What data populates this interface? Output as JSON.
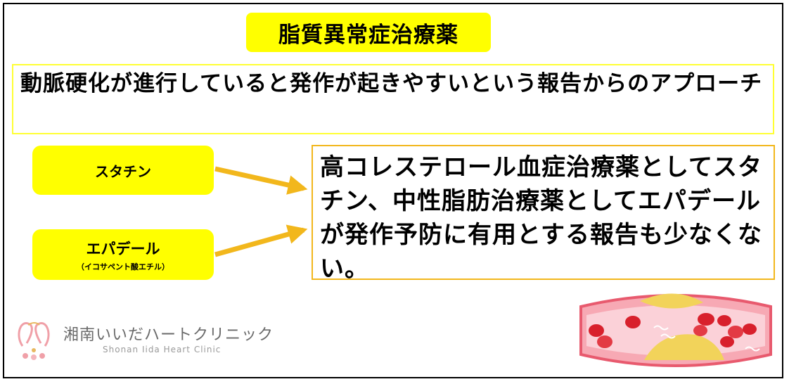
{
  "title": "脂質異常症治療薬",
  "intro": "動脈硬化が進行していると発作が起きやすいという報告からのアプローチ",
  "drugs": [
    {
      "name": "スタチン"
    },
    {
      "name": "エパデール",
      "sub": "（イコサペント酸エチル）"
    }
  ],
  "description": "高コレステロール血症治療薬としてスタチン、中性脂肪治療薬としてエパデールが発作予防に有用とする報告も少なくない。",
  "logo": {
    "name_ja": "湘南いいだハートクリニック",
    "name_en": "Shonan Iida Heart Clinic"
  },
  "colors": {
    "highlight": "#ffff00",
    "arrow": "#f2b71c",
    "logo_pink": "#f0a0a8",
    "logo_gold": "#e8b860"
  },
  "icons": [
    "arrow-icon",
    "clinic-logo-icon",
    "blood-vessel-illustration"
  ]
}
